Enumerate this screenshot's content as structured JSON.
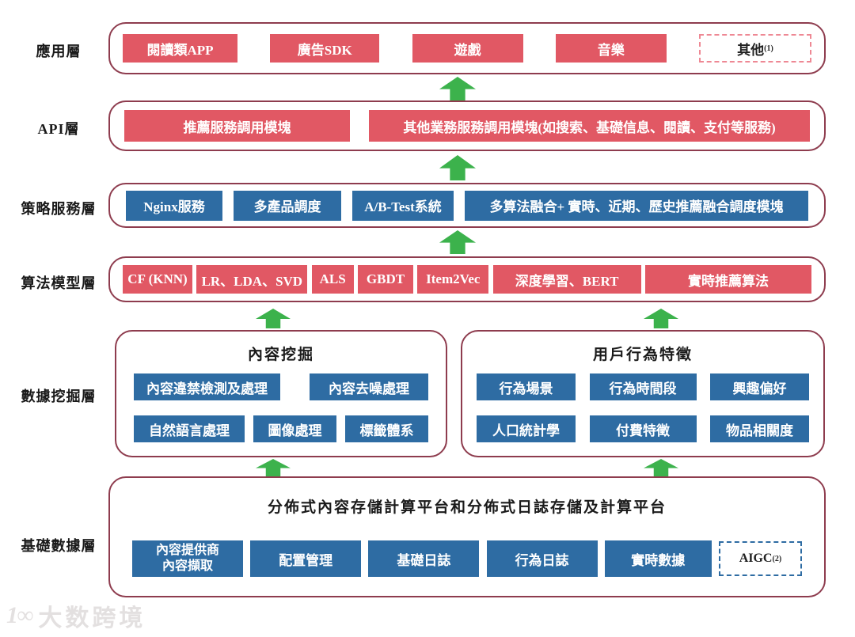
{
  "colors": {
    "red": "#e15864",
    "dashed_red": "#ee8894",
    "blue": "#2e6ca3",
    "border": "#8e3c4e",
    "arrow": "#3cb24c"
  },
  "layers": {
    "app": {
      "label": "應用層",
      "boxes": [
        "閱讀類APP",
        "廣告SDK",
        "遊戲",
        "音樂"
      ],
      "dashed_box": {
        "label": "其他",
        "sup": "(1)"
      }
    },
    "api": {
      "label": "API層",
      "boxes": [
        "推薦服務調用模塊",
        "其他業務服務調用模塊(如搜索、基礎信息、閱讀、支付等服務)"
      ]
    },
    "strategy": {
      "label": "策略服務層",
      "boxes": [
        "Nginx服務",
        "多產品調度",
        "A/B-Test系統",
        "多算法融合+ 實時、近期、歷史推薦融合調度模塊"
      ]
    },
    "algorithm": {
      "label": "算法模型層",
      "boxes": [
        "CF (KNN)",
        "LR、LDA、SVD",
        "ALS",
        "GBDT",
        "Item2Vec",
        "深度學習、BERT",
        "實時推薦算法"
      ]
    },
    "mining": {
      "label": "數據挖掘層",
      "content_group": {
        "title": "內容挖掘",
        "row1": [
          "內容違禁檢測及處理",
          "內容去噪處理"
        ],
        "row2": [
          "自然語言處理",
          "圖像處理",
          "標籤體系"
        ]
      },
      "behavior_group": {
        "title": "用戶行為特徵",
        "row1": [
          "行為場景",
          "行為時間段",
          "興趣偏好"
        ],
        "row2": [
          "人口統計學",
          "付費特徵",
          "物品相關度"
        ]
      }
    },
    "base": {
      "label": "基礎數據層",
      "title": "分佈式內容存儲計算平台和分佈式日誌存儲及計算平台",
      "provider_box": {
        "line1": "內容提供商",
        "line2": "內容擷取"
      },
      "boxes": [
        "配置管理",
        "基礎日誌",
        "行為日誌",
        "實時數據"
      ],
      "dashed_box": {
        "label": "AIGC",
        "sup": "(2)"
      }
    }
  },
  "watermark": {
    "logo": "1∞",
    "text": "大数跨境"
  }
}
